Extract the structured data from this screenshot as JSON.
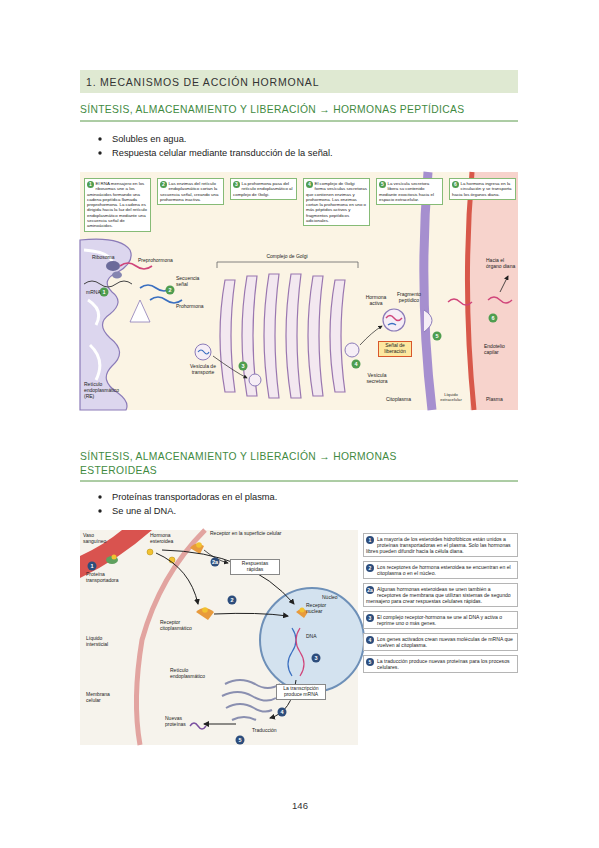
{
  "diagram": {
    "title": "1. MECANISMOS DE ACCIÓN HORMONAL",
    "nodes": [
      {
        "text": [
          "1",
          "El RNA mensajero en los ribosomas une a los aminoácidos formando una cadena peptídica llamada preprohormona. La cadena es dirigida hacia la luz del retículo endoplasmático mediante una secuencia señal de aminoácidos."
        ]
      },
      {
        "text": [
          "2",
          "Las enzimas del retículo endoplasmático cortan la secuencia señal, creando una prohormona inactiva."
        ]
      },
      {
        "text": [
          "3",
          "La prohormona pasa del retículo endoplasmático al complejo de Golgi."
        ]
      },
      {
        "text": [
          "4",
          "El complejo de Golgi forma vesículas secretoras que contienen enzimas y prohormona. Las enzimas cortan la prohormona en uno o más péptidos activos y fragmentos peptídicos adicionales."
        ]
      },
      {
        "text": [
          "5",
          "La vesícula secretora libera su contenido mediante exocitosis hacia el espacio extracelular."
        ]
      },
      {
        "text": [
          "6",
          "La hormona ingresa en la circulación y se transporta hacia los órganos diana."
        ]
      },
      {
        "text": [
          "Señal de liberación"
        ]
      },
      {
        "text": [
          "1",
          "La mayoría de los esteroides hidrofóbicos están unidos a proteínas transportadoras en el plasma. Solo las hormonas libres pueden difundir hacia la célula diana."
        ]
      },
      {
        "text": [
          "2",
          "Los receptores de hormona esteroidea se encuentran en el citoplasma o en el núcleo."
        ]
      },
      {
        "text": [
          "2a",
          "Algunas hormonas esteroideas se unen también a receptores de membrana que utilizan sistemas de segundo mensajero para crear respuestas celulares rápidas."
        ]
      },
      {
        "text": [
          "3",
          "El complejo receptor-hormona se une al DNA y activa o reprime uno o más genes."
        ]
      },
      {
        "text": [
          "4",
          "Los genes activados crean nuevas moléculas de mRNA que vuelven al citoplasma."
        ]
      },
      {
        "text": [
          "5",
          "La traducción produce nuevas proteínas para los procesos celulares."
        ]
      },
      {
        "text": [
          "Respuestas rápidas"
        ]
      },
      {
        "text": [
          "La transcripción produce mRNA"
        ]
      }
    ],
    "labels": [
      "SÍNTESIS, ALMACENAMIENTO Y LIBERACIÓN → HORMONAS PEPTÍDICAS",
      "Solubles en agua.",
      "Respuesta celular mediante transducción de la señal.",
      "Ribosoma",
      "Preprohormona",
      "Secuencia señal",
      "1",
      "2",
      "mRNA",
      "Prohormona",
      "Complejo de Golgi",
      "Vesícula de transporte",
      "3",
      "Retículo endoplasmático (RE)",
      "Hormona activa",
      "Fragmento peptídico",
      "4",
      "5",
      "Vesícula secretora",
      "Citoplasma",
      "Líquido extracelular",
      "Plasma",
      "Hacia el órgano diana",
      "6",
      "Endotelio capilar",
      "SÍNTESIS, ALMACENAMIENTO Y LIBERACIÓN → HORMONAS ESTEROIDEAS",
      "Proteínas transportadoras en el plasma.",
      "Se une al DNA.",
      "Vaso sanguíneo",
      "Hormona esteroidea",
      "Receptor en la superficie celular",
      "2a",
      "1",
      "Proteína transportadora",
      "2",
      "Receptor citoplasmático",
      "Núcleo",
      "Receptor nuclear",
      "DNA",
      "3",
      "Líquido intersticial",
      "Retículo endoplasmático",
      "Membrana celular",
      "5",
      "4",
      "Nuevas proteínas",
      "Traducción",
      "146"
    ]
  }
}
